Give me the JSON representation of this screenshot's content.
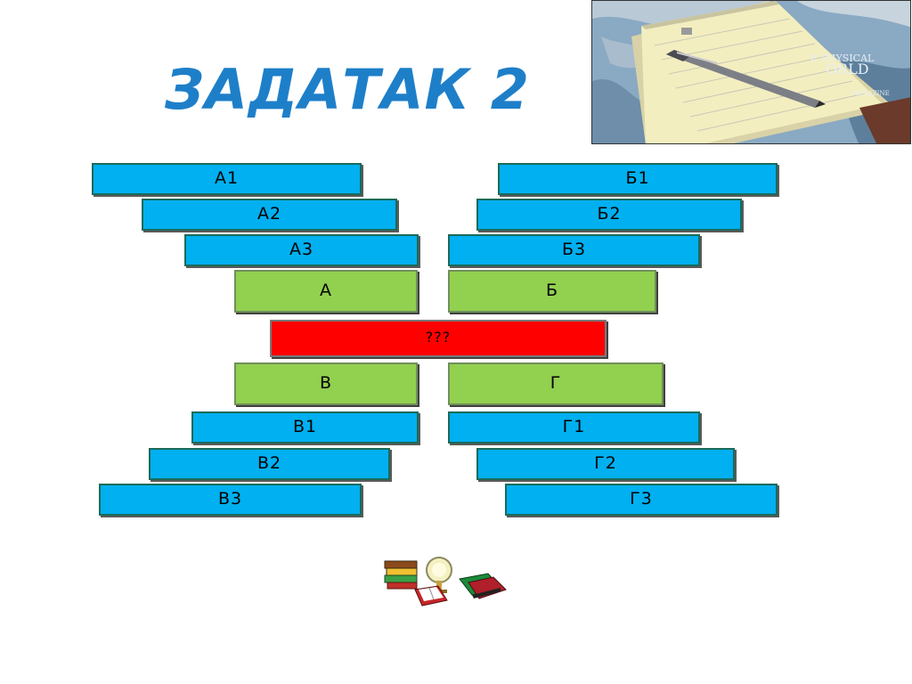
{
  "slide": {
    "title": "ЗАДАТАК 2",
    "photo": {
      "text_line1": "E PHYSICAL",
      "text_line2": "ORLD",
      "text_line3": "MAGAZINE"
    },
    "tiles": {
      "a1": "A1",
      "a2": "A2",
      "a3": "A3",
      "a": "A",
      "b1": "Б1",
      "b2": "Б2",
      "b3": "Б3",
      "b": "Б",
      "center": "???",
      "v": "В",
      "v1": "В1",
      "v2": "В2",
      "v3": "В3",
      "g": "Г",
      "g1": "Г1",
      "g2": "Г2",
      "g3": "Г3"
    },
    "colors": {
      "title": "#1e7fc9",
      "blue_tile": "#00b0f0",
      "green_tile": "#92d050",
      "red_tile": "#ff0000"
    }
  }
}
